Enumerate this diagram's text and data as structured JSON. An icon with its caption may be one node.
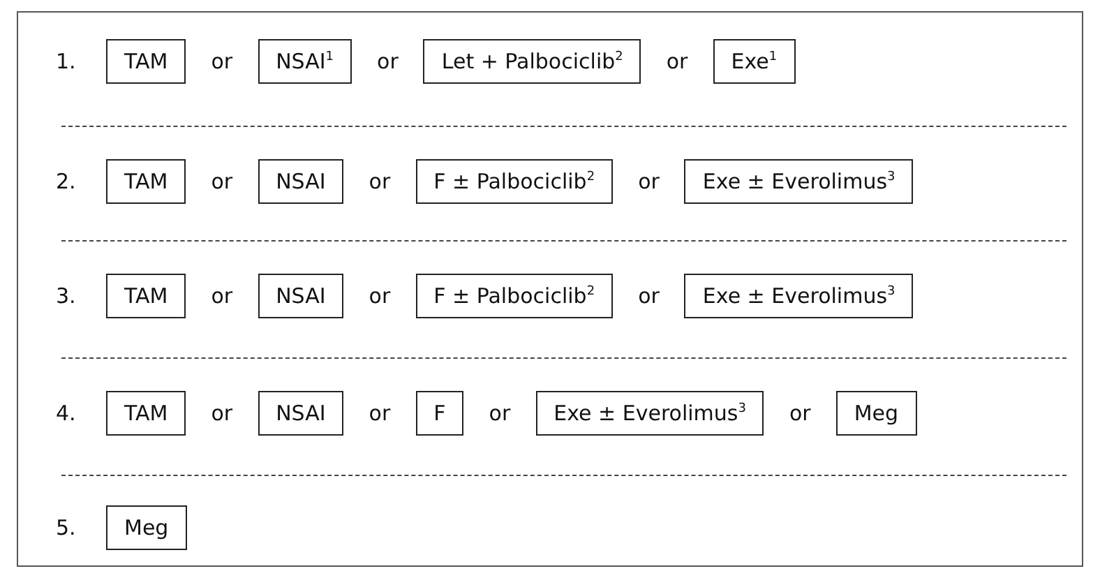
{
  "diagram": {
    "nodes": [
      {
        "text": [
          "TAM"
        ]
      },
      {
        "text": [
          "NSAI$^{1}$"
        ]
      },
      {
        "text": [
          "Let + Palbociclib$^{2}$"
        ]
      },
      {
        "text": [
          "Exe$^{1}$"
        ]
      },
      {
        "text": [
          "TAM"
        ]
      },
      {
        "text": [
          "NSAI"
        ]
      },
      {
        "text": [
          "F ± Palbociclib$^{2}$"
        ]
      },
      {
        "text": [
          "Exe ± Everolimus$^{3}$"
        ]
      },
      {
        "text": [
          "TAM"
        ]
      },
      {
        "text": [
          "NSAI"
        ]
      },
      {
        "text": [
          "F ± Palbociclib$^{2}$"
        ]
      },
      {
        "text": [
          "Exe ± Everolimus$^{3}$"
        ]
      },
      {
        "text": [
          "TAM"
        ]
      },
      {
        "text": [
          "NSAI"
        ]
      },
      {
        "text": [
          "F"
        ]
      },
      {
        "text": [
          "Exe ± Everolimus$^{3}$"
        ]
      },
      {
        "text": [
          "Meg"
        ]
      },
      {
        "text": [
          "Meg"
        ]
      }
    ],
    "edges": [],
    "labels": [
      "1.",
      "or",
      "or",
      "or",
      "2.",
      "or",
      "or",
      "or",
      "3.",
      "or",
      "or",
      "or",
      "4.",
      "or",
      "or",
      "or",
      "or",
      "5."
    ]
  }
}
